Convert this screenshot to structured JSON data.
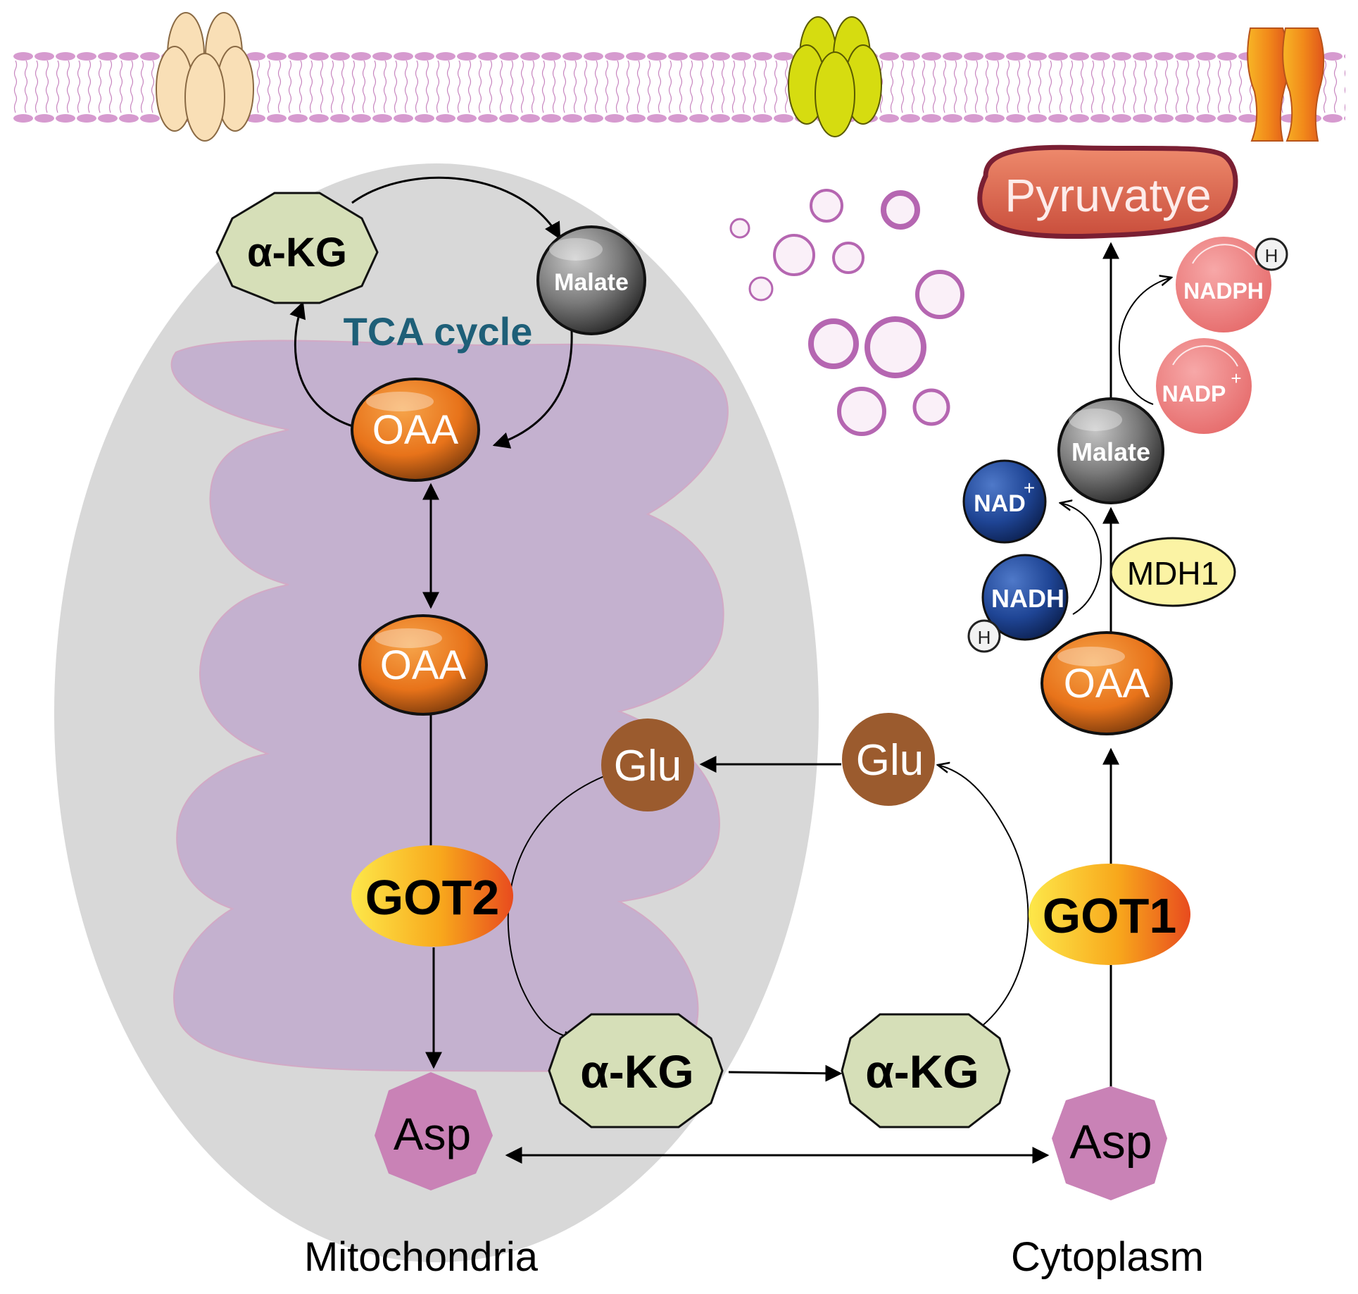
{
  "labels": {
    "pyruvate": "Pyruvatye",
    "tca_cycle": "TCA cycle",
    "mito_akg": "α-KG",
    "mito_malate": "Malate",
    "mito_oaa_top": "OAA",
    "mito_oaa_mid": "OAA",
    "got2": "GOT2",
    "mito_asp": "Asp",
    "mito_glu": "Glu",
    "cyto_glu": "Glu",
    "akg_inner": "α-KG",
    "akg_outer": "α-KG",
    "got1": "GOT1",
    "cyto_asp": "Asp",
    "cyto_oaa": "OAA",
    "mdh1": "MDH1",
    "cyto_malate": "Malate",
    "nad_plus": "NAD",
    "nad_plus_sup": "+",
    "nadh": "NADH",
    "nadp_plus": "NADP",
    "nadp_plus_sup": "+",
    "nadph": "NADPH",
    "h_nadh": "H",
    "h_nadph": "H",
    "mitochondria": "Mitochondria",
    "cytoplasm": "Cytoplasm"
  },
  "colors": {
    "membrane": "#d69acf",
    "mitochondrion": "#d8d8d8",
    "matrix": "#c4b1cf",
    "oaa": "#ef7d1f",
    "malate": "#7d7d7d",
    "akg": "#d6dfb8",
    "asp": "#c982b6",
    "glu": "#9b5b2e",
    "enzyme": "#f9b81c",
    "tca_text": "#1e5f78",
    "pyruvate": "#e3745c",
    "nad": "#1e4596",
    "nadp": "#ef8d8d",
    "mdh1": "#fbf3a4",
    "vesicle": "#b566b1"
  }
}
